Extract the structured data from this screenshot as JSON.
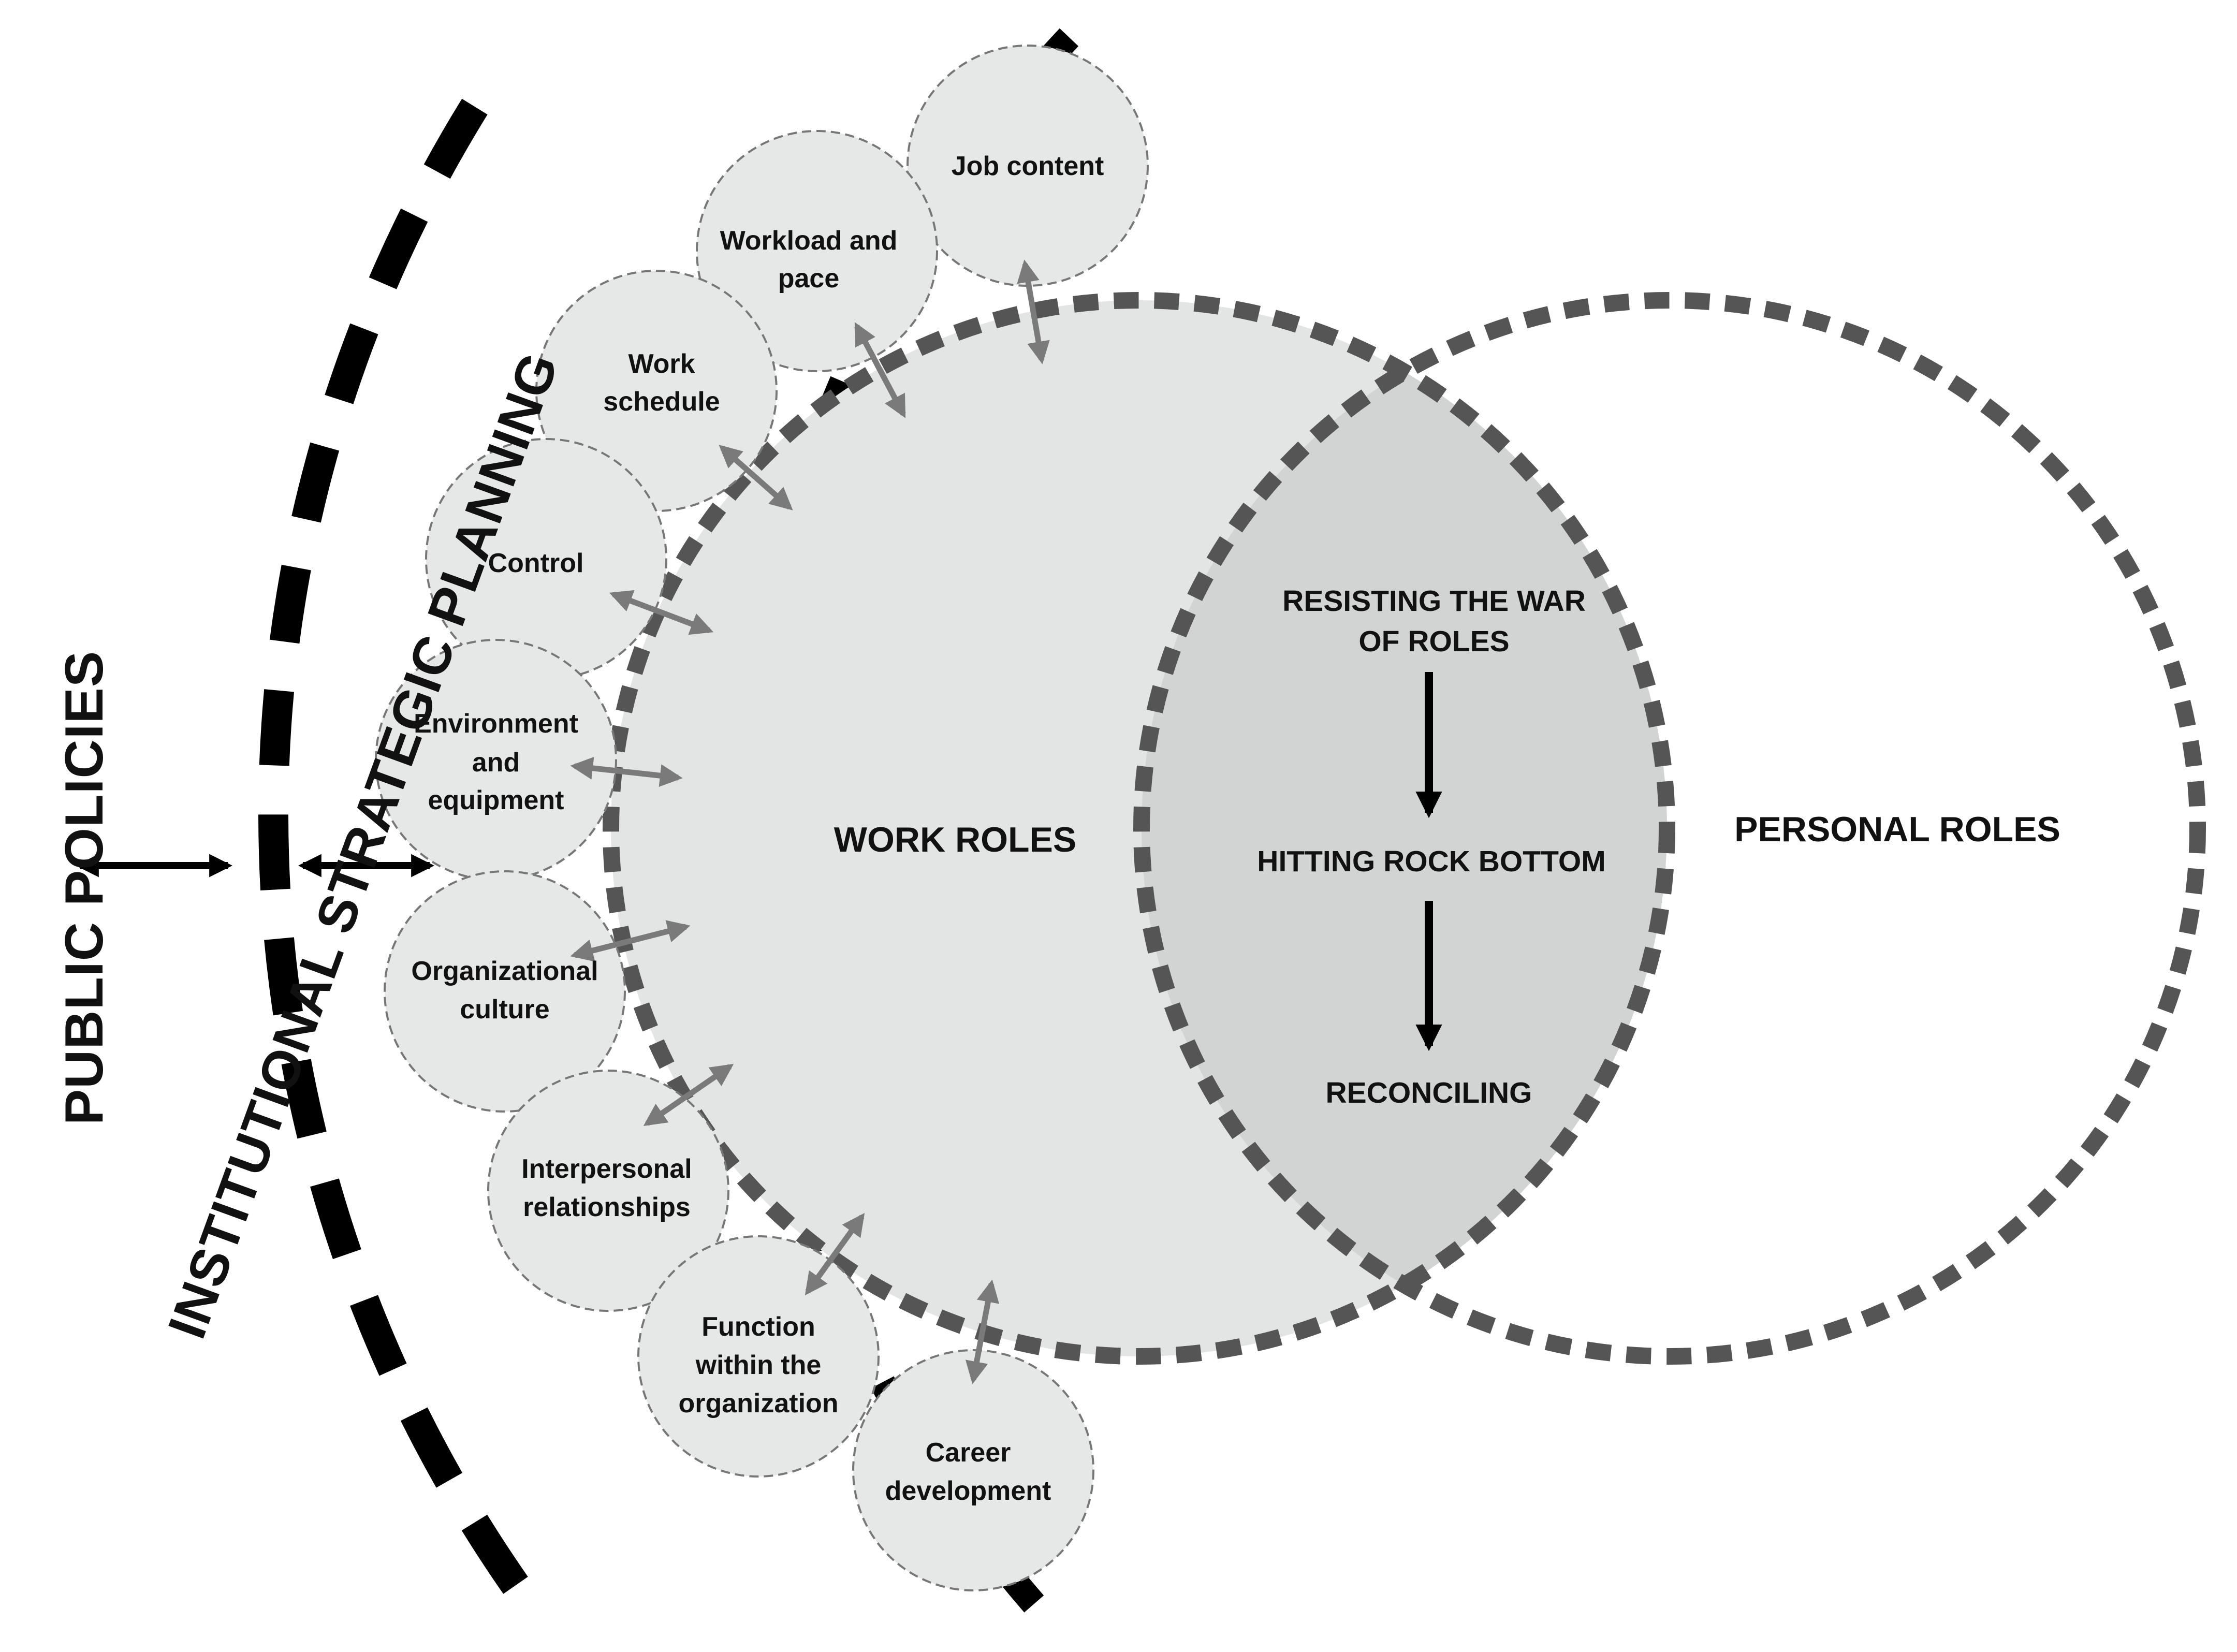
{
  "layers": {
    "public_policies": "PUBLIC POLICIES",
    "institutional_strategic_planning": "INSTITUTIONAL STRATEGIC PLANNING"
  },
  "work_roles": "WORK ROLES",
  "personal_roles": "PERSONAL ROLES",
  "process": {
    "step1_line1": "RESISTING THE WAR",
    "step1_line2": "OF ROLES",
    "step2": "HITTING ROCK BOTTOM",
    "step3": "RECONCILING"
  },
  "factors": [
    {
      "line1": "Job content",
      "line2": ""
    },
    {
      "line1": "Workload and",
      "line2": "pace"
    },
    {
      "line1": "Work",
      "line2": "schedule"
    },
    {
      "line1": "Control",
      "line2": ""
    },
    {
      "line1": "Environment",
      "line2": "and",
      "line3": "equipment"
    },
    {
      "line1": "Organizational",
      "line2": "culture"
    },
    {
      "line1": "Interpersonal",
      "line2": "relationships"
    },
    {
      "line1": "Function",
      "line2": "within the",
      "line3": "organization"
    },
    {
      "line1": "Career",
      "line2": "development"
    }
  ],
  "colors": {
    "work_fill": "#e3e4e4",
    "overlap_fill": "#d2d3d3",
    "factor_fill": "#e6e7e7",
    "circle_dash": "#555555",
    "layer_dash": "#000000",
    "arrow_gray": "#7a7a7a",
    "arrow_black": "#000000"
  }
}
